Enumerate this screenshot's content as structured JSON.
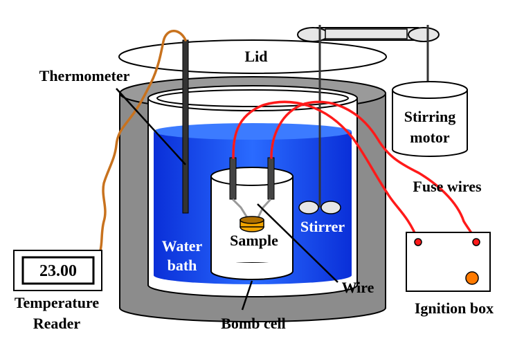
{
  "labels": {
    "lid": "Lid",
    "thermometer": "Thermometer",
    "stirring_motor_1": "Stirring",
    "stirring_motor_2": "motor",
    "fuse_wires": "Fuse wires",
    "water_1": "Water",
    "water_2": "bath",
    "sample": "Sample",
    "stirrer": "Stirrer",
    "wire": "Wire",
    "bomb_cell": "Bomb cell",
    "ignition_box": "Ignition box",
    "temperature_1": "Temperature",
    "temperature_2": "Reader"
  },
  "reader": {
    "value": "23.00"
  },
  "colors": {
    "outer_vessel": "#8c8c8c",
    "water": "#1a4cff",
    "fuse_wire": "#ff1a1a",
    "thermo_cable": "#c8721e",
    "sample": "#f3a500",
    "ignition_button": "#ff7a00"
  }
}
